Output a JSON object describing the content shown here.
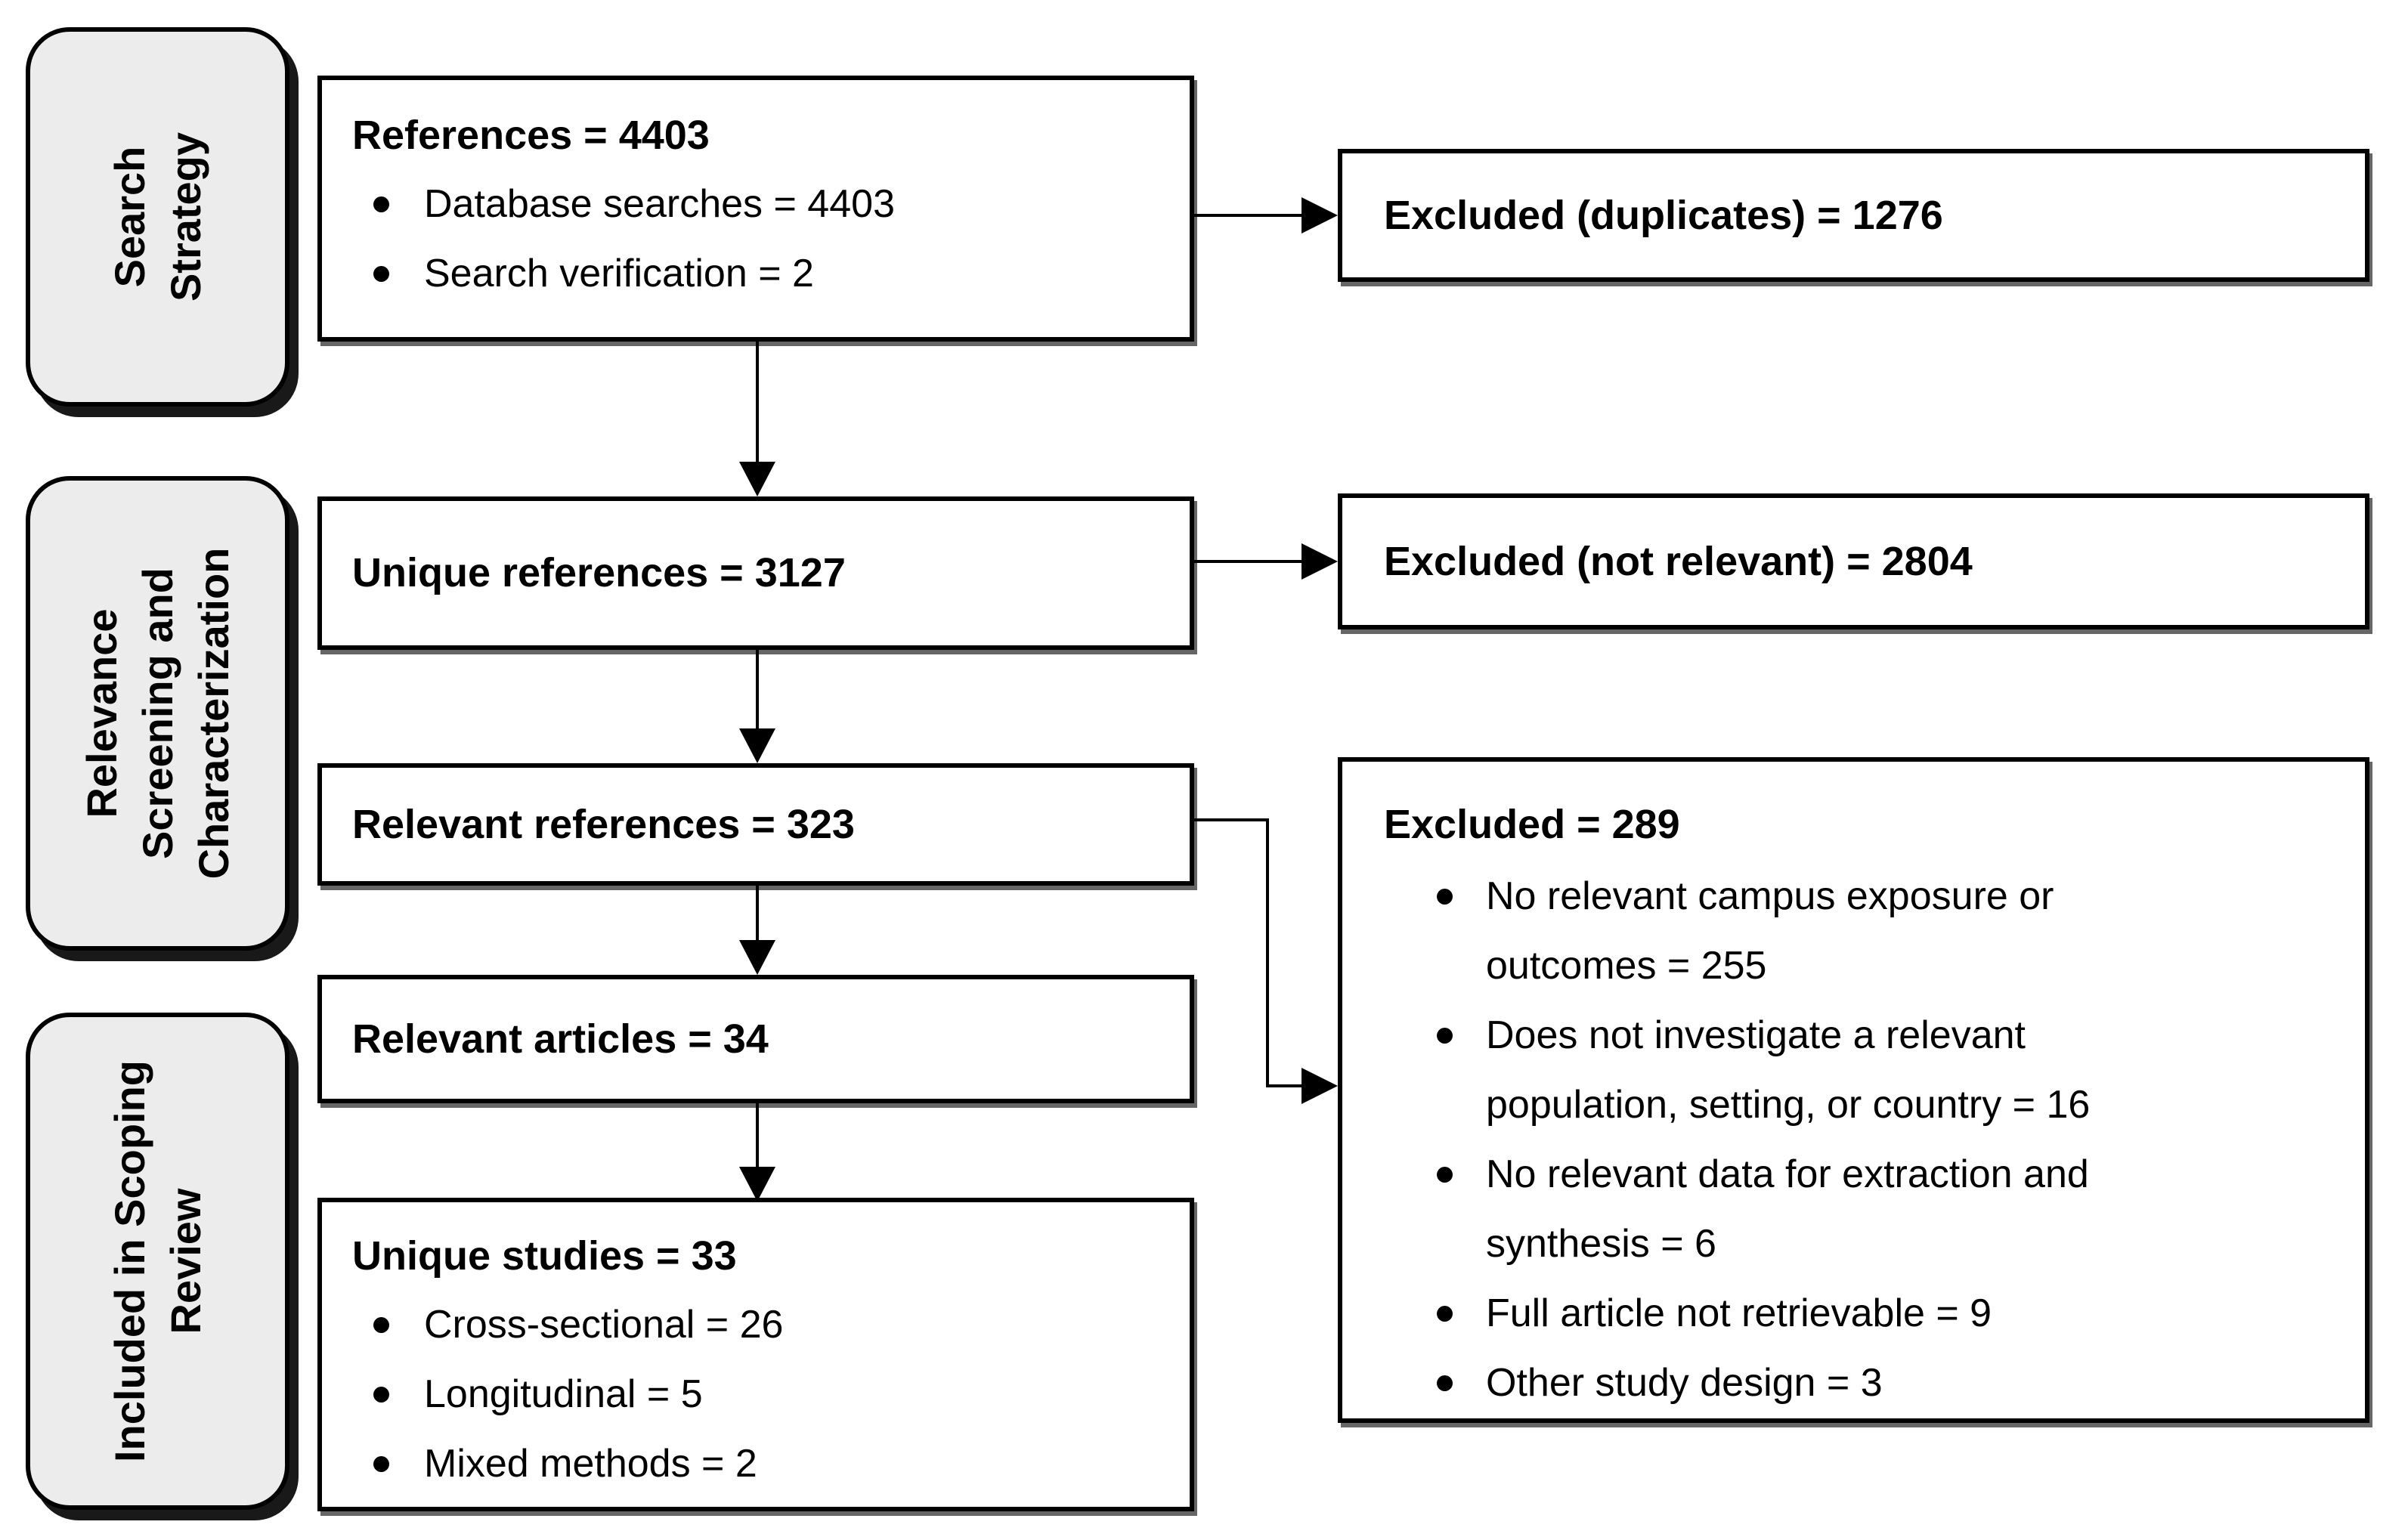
{
  "stages": [
    {
      "label": "Search\nStrategy"
    },
    {
      "label": "Relevance\nScreening and\nCharacterization"
    },
    {
      "label": "Included in Scoping\nReview"
    }
  ],
  "flow": [
    {
      "title": "References = 4403",
      "bullets": [
        "Database searches = 4403",
        "Search verification = 2"
      ]
    },
    {
      "title": "Unique references = 3127",
      "bullets": []
    },
    {
      "title": "Relevant references = 323",
      "bullets": []
    },
    {
      "title": "Relevant articles = 34",
      "bullets": []
    },
    {
      "title": "Unique studies = 33",
      "bullets": [
        "Cross-sectional = 26",
        "Longitudinal = 5",
        "Mixed methods = 2"
      ]
    }
  ],
  "exclusions": [
    {
      "title": "Excluded (duplicates) = 1276",
      "bullets": []
    },
    {
      "title": "Excluded (not relevant) = 2804",
      "bullets": []
    },
    {
      "title": "Excluded = 289",
      "bullets": [
        "No relevant campus exposure or outcomes = 255",
        "Does not investigate a relevant population, setting, or country = 16",
        "No relevant data for extraction and synthesis = 6",
        "Full article not retrievable = 9",
        "Other study design = 3"
      ]
    }
  ],
  "colors": {
    "stage_fill": "#ececec",
    "box_fill": "#ffffff",
    "line": "#000000",
    "text": "#000000"
  }
}
